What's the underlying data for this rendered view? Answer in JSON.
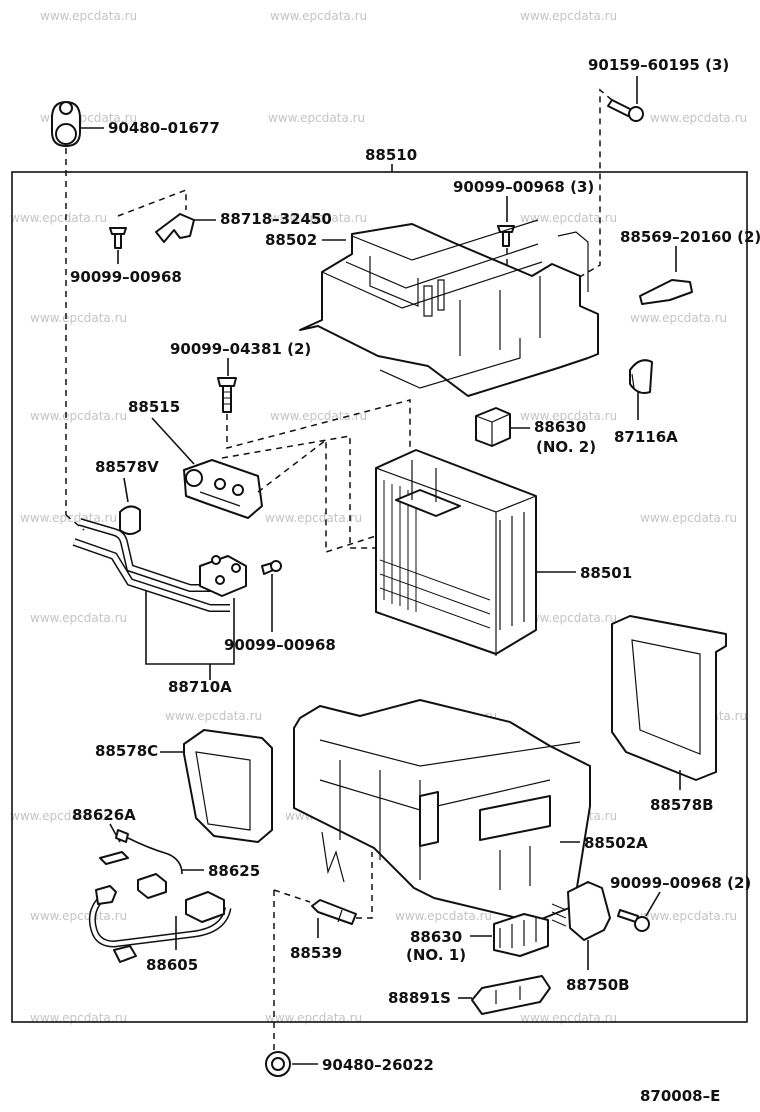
{
  "watermark": "www.epcdata.ru",
  "diagram_code": "870008–E",
  "parts": {
    "p90159": "90159–60195 (3)",
    "p90480a": "90480–01677",
    "p88510": "88510",
    "p90099_3": "90099–00968 (3)",
    "p88718": "88718–32450",
    "p88502": "88502",
    "p88569": "88569–20160 (2)",
    "p90099a": "90099–00968",
    "p90099_4381": "90099–04381 (2)",
    "p88515": "88515",
    "p88630a": "88630",
    "p88630a_no": "(NO. 2)",
    "p87116a": "87116A",
    "p88578v": "88578V",
    "p88501": "88501",
    "p90099b": "90099–00968",
    "p88710a": "88710A",
    "p88578c": "88578C",
    "p88578b": "88578B",
    "p88626a": "88626A",
    "p88502a": "88502A",
    "p88625": "88625",
    "p90099_2": "90099–00968 (2)",
    "p88630b": "88630",
    "p88630b_no": "(NO. 1)",
    "p88605": "88605",
    "p88539": "88539",
    "p88750b": "88750B",
    "p88891s": "88891S",
    "p90480b": "90480–26022"
  }
}
